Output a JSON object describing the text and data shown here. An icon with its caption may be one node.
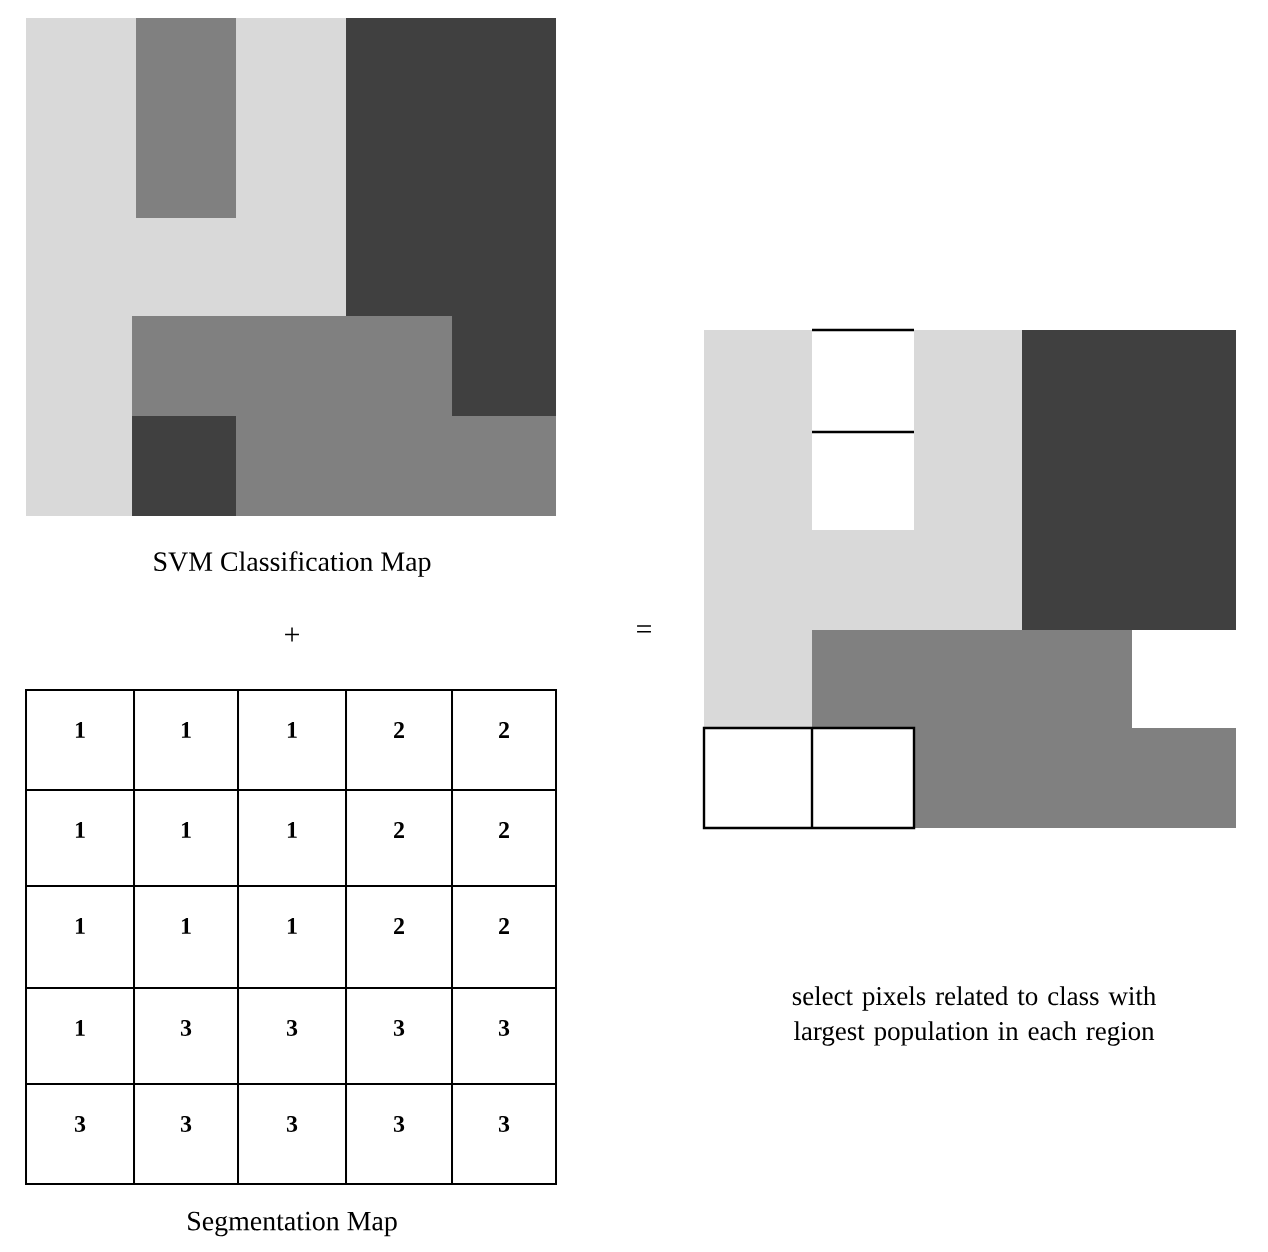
{
  "diagram": {
    "labels": [
      "SVM Classification Map",
      "+",
      "=",
      "1",
      "1",
      "1",
      "2",
      "2",
      "1",
      "1",
      "1",
      "2",
      "2",
      "1",
      "1",
      "1",
      "2",
      "2",
      "1",
      "3",
      "3",
      "3",
      "3",
      "3",
      "3",
      "3",
      "3",
      "3",
      "select pixels related to class with largest population in each region",
      "Segmentation Map"
    ]
  }
}
